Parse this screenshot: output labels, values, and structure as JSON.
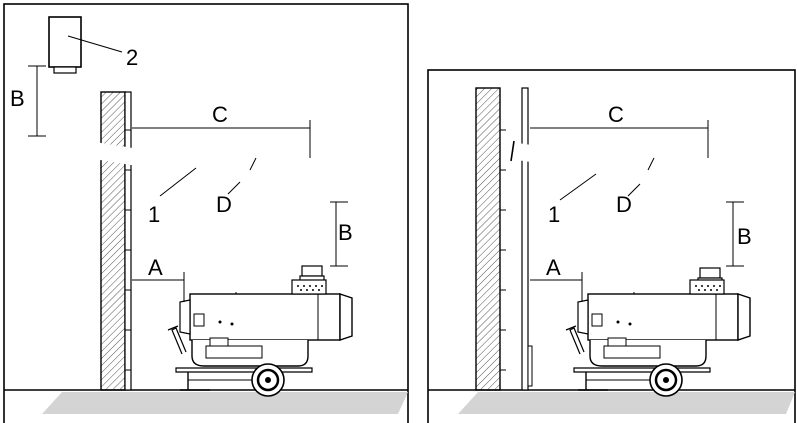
{
  "panels": [
    {
      "id": "left",
      "labels": {
        "exhaust_part": "2",
        "duct": "1",
        "length_d": "D",
        "height_b_top": "B",
        "height_b_bottom": "B",
        "distance_c": "C",
        "distance_a": "A"
      }
    },
    {
      "id": "right",
      "labels": {
        "duct": "1",
        "length_d": "D",
        "height_b": "B",
        "distance_c": "C",
        "distance_a": "A"
      }
    }
  ],
  "colors": {
    "line": "#000000",
    "floor": "#d4d4d4",
    "wall_hatch": "#555555",
    "background": "#ffffff"
  }
}
